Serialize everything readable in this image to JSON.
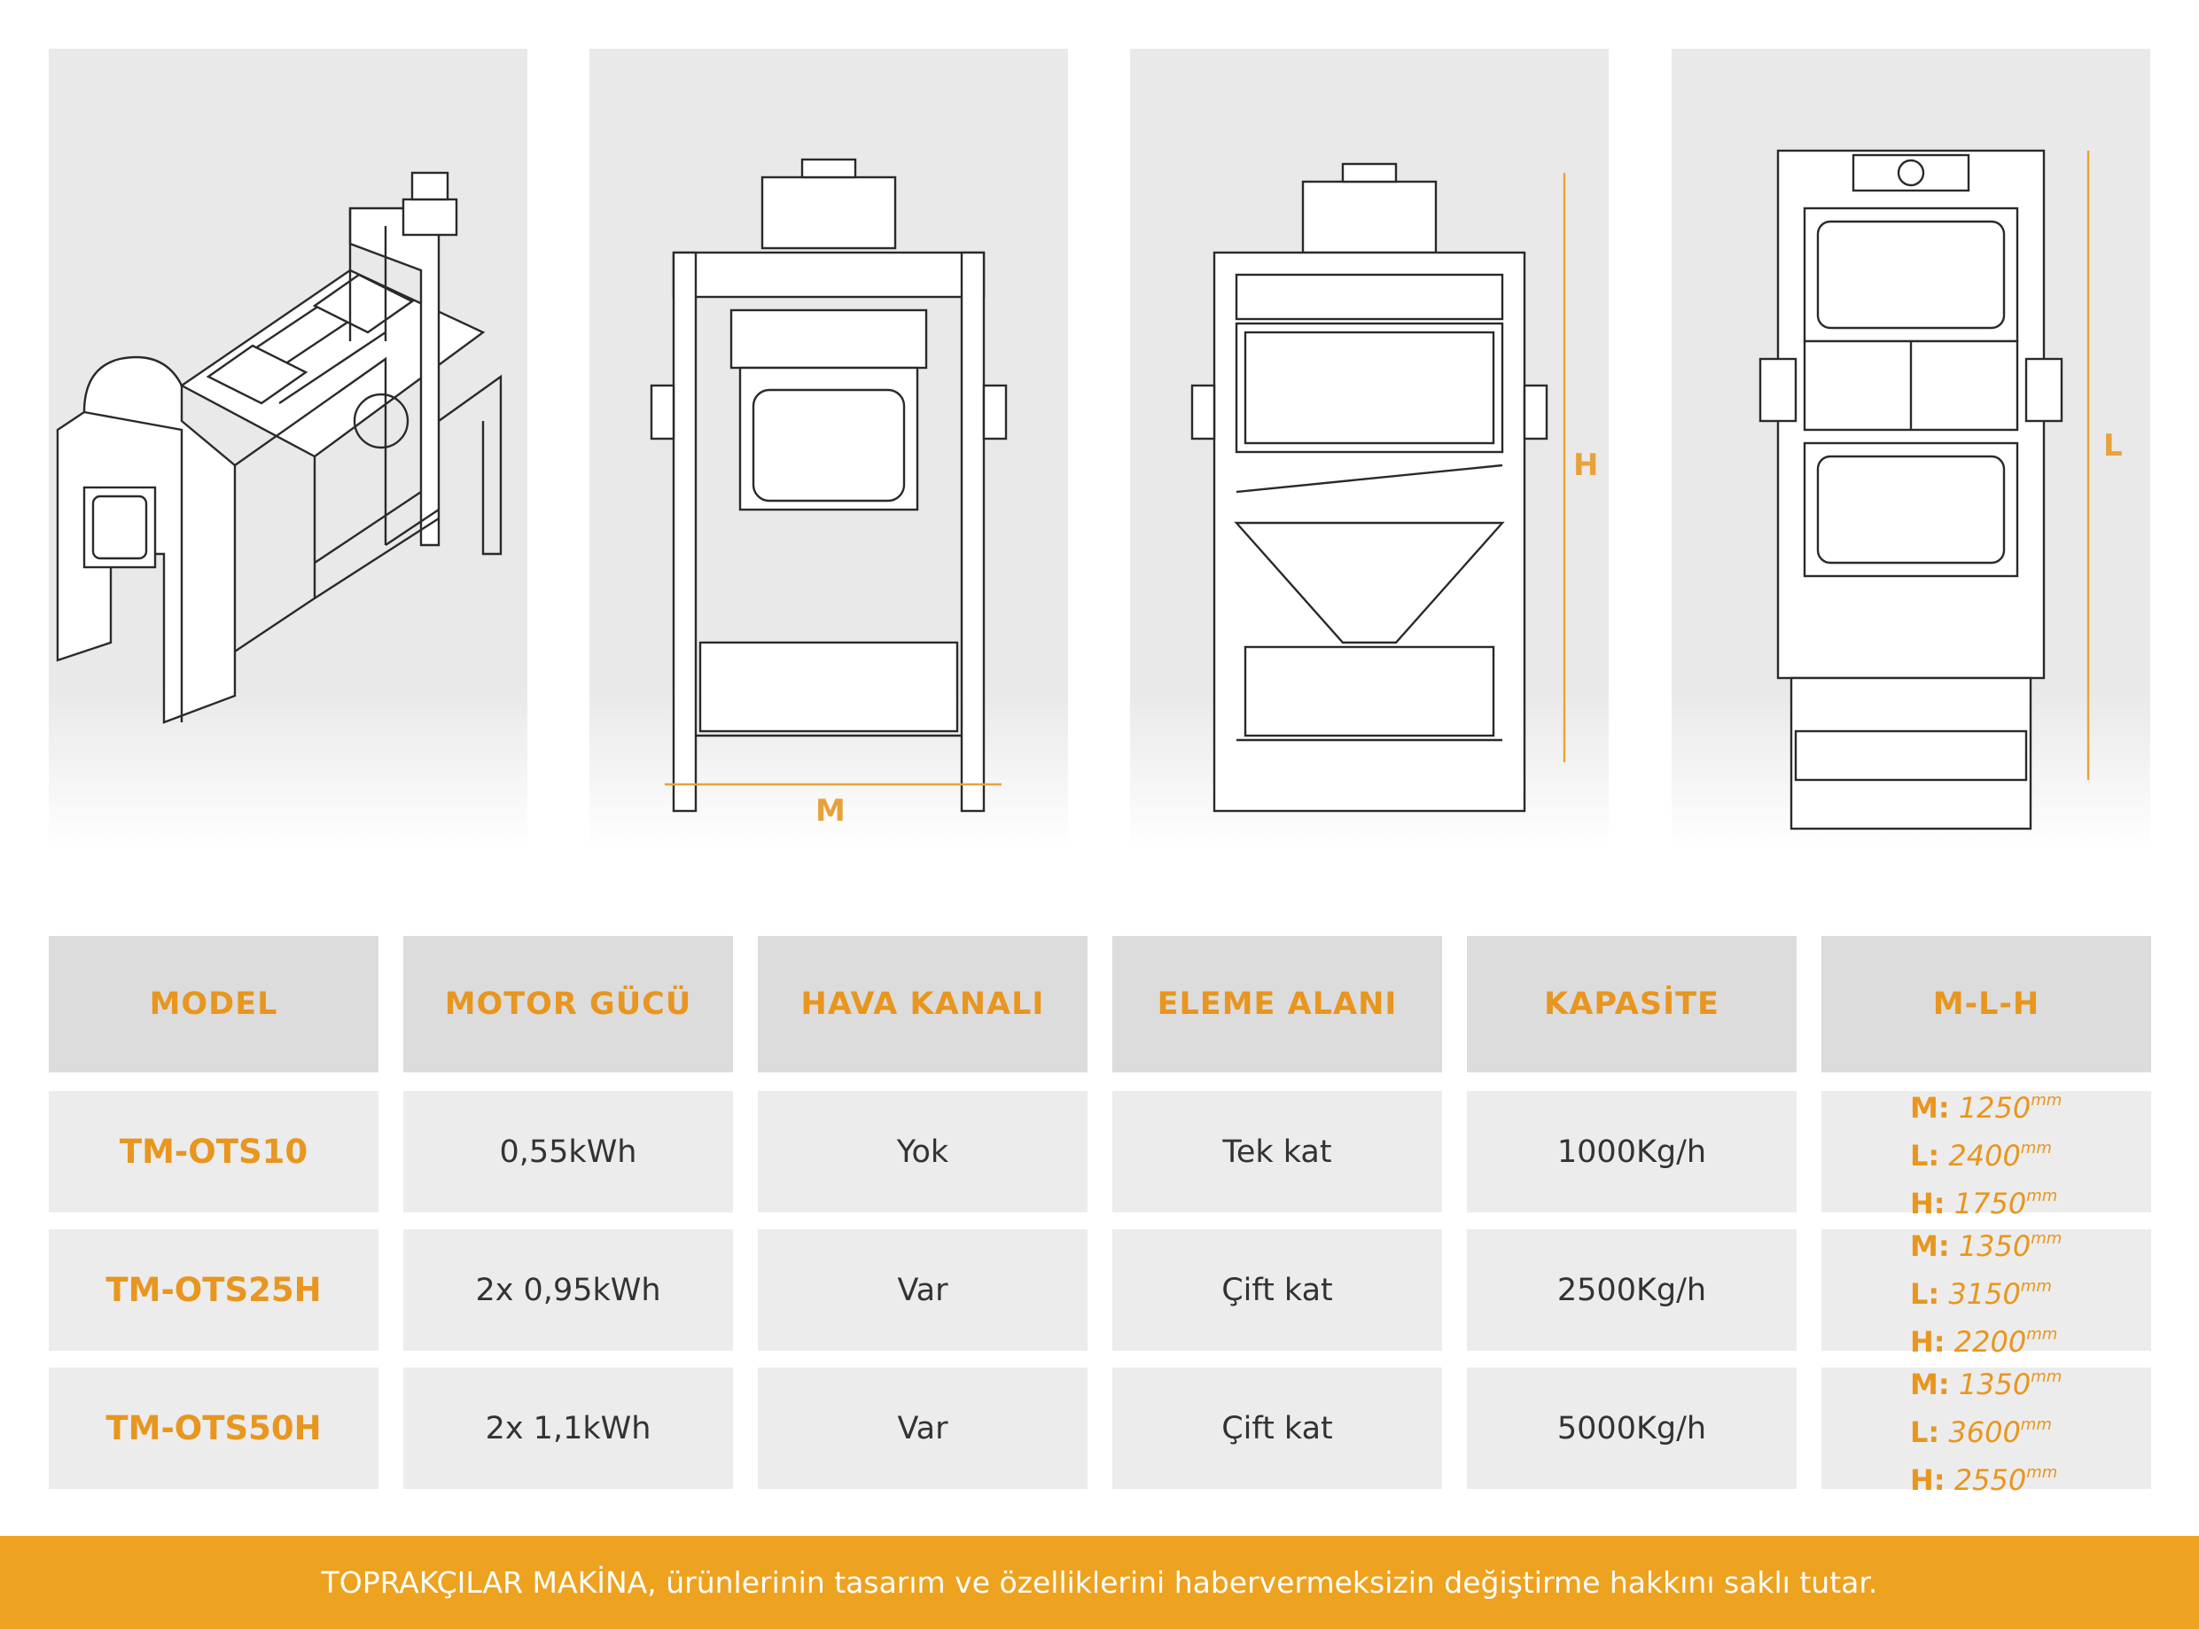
{
  "dimension_labels": {
    "width": "M",
    "height": "H",
    "length": "L"
  },
  "table": {
    "headers": [
      "MODEL",
      "MOTOR GÜCÜ",
      "HAVA KANALI",
      "ELEME ALANI",
      "KAPASİTE",
      "M-L-H"
    ],
    "rows": [
      {
        "model": "TM-OTS10",
        "motor": "0,55kWh",
        "air_duct": "Yok",
        "screen_area": "Tek kat",
        "capacity": "1000Kg/h",
        "dims": [
          {
            "key": "M:",
            "value": "1250",
            "unit": "mm"
          },
          {
            "key": "L:",
            "value": "2400",
            "unit": "mm"
          },
          {
            "key": "H:",
            "value": "1750",
            "unit": "mm"
          }
        ]
      },
      {
        "model": "TM-OTS25H",
        "motor": "2x 0,95kWh",
        "air_duct": "Var",
        "screen_area": "Çift kat",
        "capacity": "2500Kg/h",
        "dims": [
          {
            "key": "M:",
            "value": "1350",
            "unit": "mm"
          },
          {
            "key": "L:",
            "value": "3150",
            "unit": "mm"
          },
          {
            "key": "H:",
            "value": "2200",
            "unit": "mm"
          }
        ]
      },
      {
        "model": "TM-OTS50H",
        "motor": "2x 1,1kWh",
        "air_duct": "Var",
        "screen_area": "Çift kat",
        "capacity": "5000Kg/h",
        "dims": [
          {
            "key": "M:",
            "value": "1350",
            "unit": "mm"
          },
          {
            "key": "L:",
            "value": "3600",
            "unit": "mm"
          },
          {
            "key": "H:",
            "value": "2550",
            "unit": "mm"
          }
        ]
      }
    ]
  },
  "footer": {
    "text": "TOPRAKÇILAR MAKİNA, ürünlerinin tasarım ve özelliklerini habervermeksizin değiştirme hakkını saklı tutar."
  },
  "colors": {
    "accent": "#e8961f",
    "footer_bg": "#eda220",
    "header_bg": "#dcdcdc",
    "row_bg": "#ececec",
    "panel_bg": "#e9e9e9"
  }
}
